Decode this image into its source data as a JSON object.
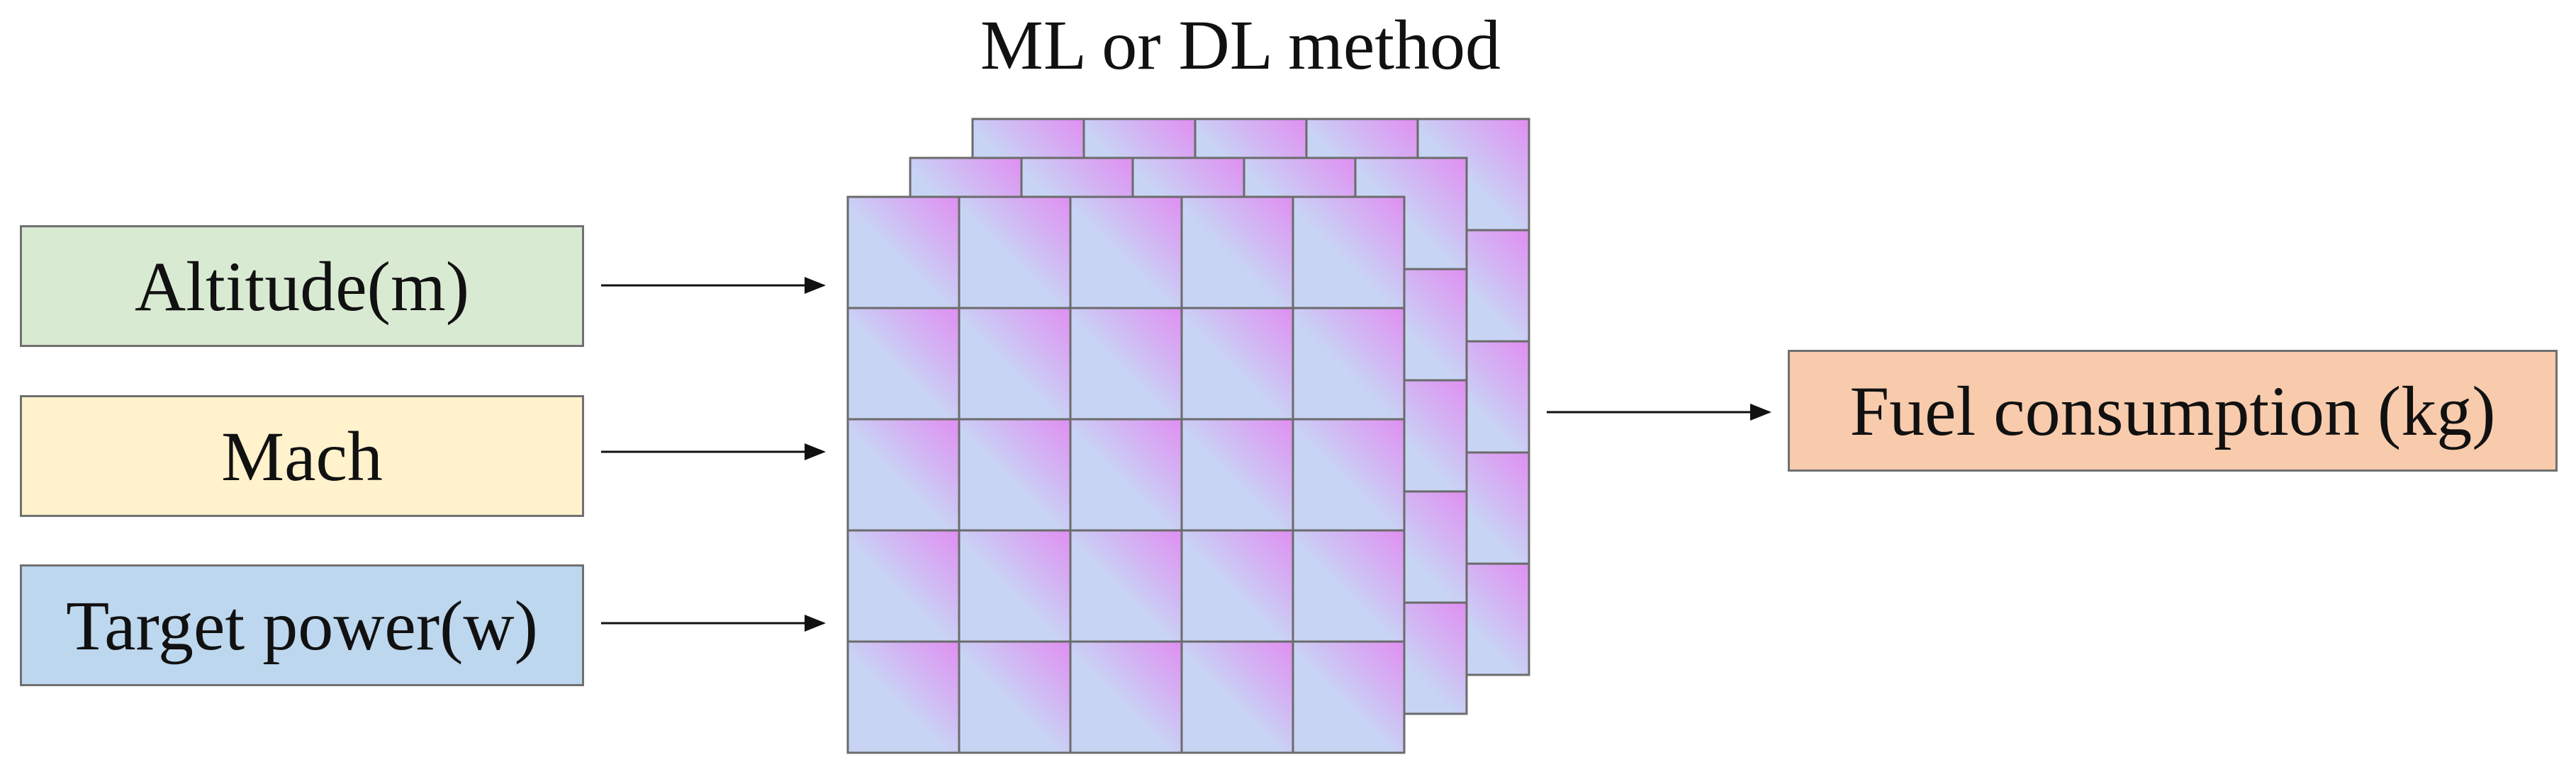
{
  "title": "ML or DL method",
  "inputs": [
    {
      "label": "Altitude(m)",
      "color": "#d9ead3"
    },
    {
      "label": "Mach",
      "color": "#fff2cc"
    },
    {
      "label": "Target power(w)",
      "color": "#bdd7ee"
    }
  ],
  "output": {
    "label": "Fuel consumption (kg)",
    "color": "#f8cbad"
  },
  "grid": {
    "rows": 5,
    "cols": 5,
    "layers": 3
  },
  "colors": {
    "cell_light": "#c8d4f4",
    "cell_accent": "#e08ef2",
    "cell_border": "#6b6b6b",
    "arrow": "#111111"
  }
}
